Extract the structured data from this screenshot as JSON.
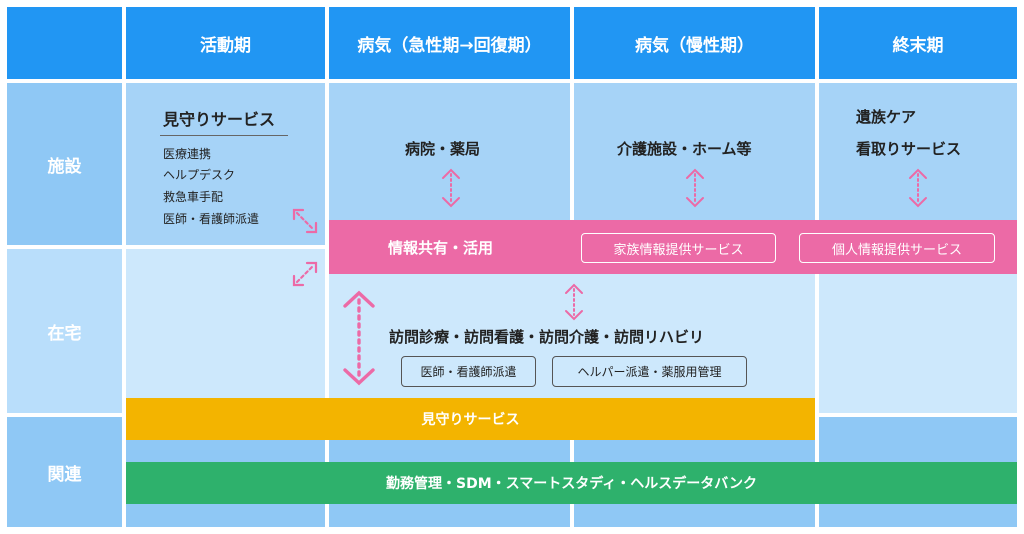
{
  "headers": [
    "活動期",
    "病気（急性期→回復期）",
    "病気（慢性期）",
    "終末期"
  ],
  "rows": {
    "facility": "施設",
    "home": "在宅",
    "related": "関連"
  },
  "activity": {
    "title": "見守りサービス",
    "items": [
      "医療連携",
      "ヘルプデスク",
      "救急車手配",
      "医師・看護師派遣"
    ]
  },
  "acute_facility": "病院・薬局",
  "chronic_facility": "介護施設・ホーム等",
  "terminal_facility": [
    "遺族ケア",
    "看取りサービス"
  ],
  "info_band": {
    "label": "情報共有・活用",
    "pills": [
      "家族情報提供サービス",
      "個人情報提供サービス"
    ]
  },
  "home_services": {
    "label": "訪問診療・訪問看護・訪問介護・訪問リハビリ",
    "tags": [
      "医師・看護師派遣",
      "ヘルパー派遣・薬服用管理"
    ]
  },
  "watch_band": "見守りサービス",
  "green_band": "勤務管理・SDM・スマートスタディ・ヘルスデータバンク",
  "colors": {
    "header": "#2196f3",
    "pink": "#ec6aa6",
    "yellow": "#f3b400",
    "green": "#2eb16c",
    "arrow": "#ec6aa6"
  }
}
